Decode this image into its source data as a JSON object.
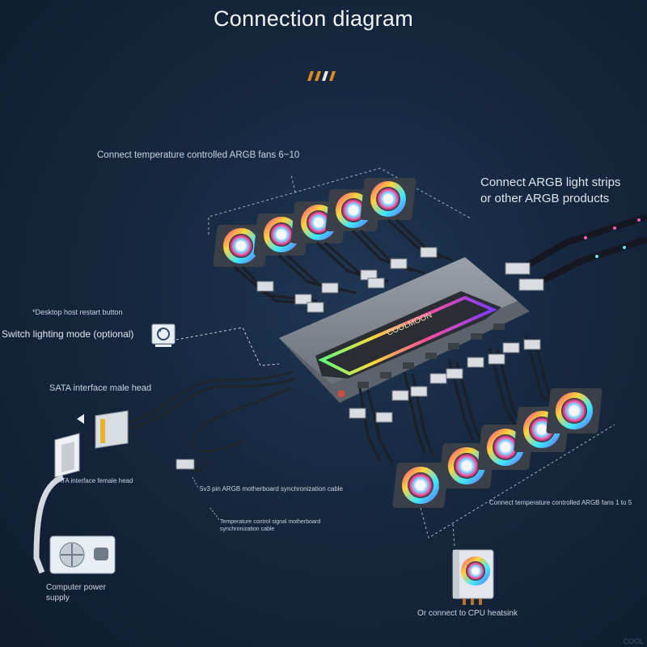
{
  "title": "Connection diagram",
  "labels": {
    "fans_6_10": "Connect temperature controlled ARGB fans 6~10",
    "argb_strips": "Connect ARGB light strips or other ARGB products",
    "restart_button": "*Desktop host restart button",
    "switch_mode": "Switch lighting mode (optional)",
    "sata_male": "SATA interface male head",
    "sata_female": "SATA interface female head",
    "sync_5v3": "5v3 pin ARGB motherboard synchronization cable",
    "temp_signal": "Temperature control signal motherboard synchronization cable",
    "fans_1_5": "Connect temperature controlled ARGB fans 1 to 5",
    "psu": "Computer power supply",
    "cpu_heatsink": "Or connect to CPU heatsink"
  },
  "hub": {
    "brand": "COOLMOON"
  },
  "watermark": "COOL",
  "colors": {
    "background": "#16273f",
    "accent_orange": "#e08a1e",
    "accent_white": "#e8e8e8",
    "hub_body": "#7f868e",
    "fan_ring": [
      "#ff3b8d",
      "#ffd23a",
      "#3ae8ff",
      "#6b5cff"
    ]
  }
}
